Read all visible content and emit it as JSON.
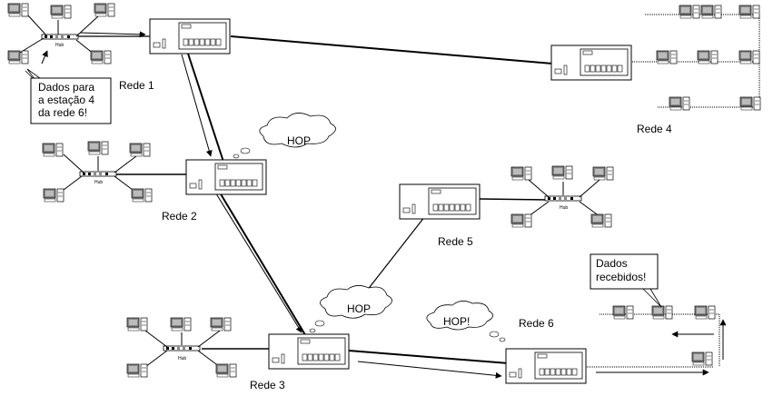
{
  "networks": [
    {
      "id": "rede1",
      "label": "Rede 1"
    },
    {
      "id": "rede2",
      "label": "Rede 2"
    },
    {
      "id": "rede3",
      "label": "Rede 3"
    },
    {
      "id": "rede4",
      "label": "Rede 4"
    },
    {
      "id": "rede5",
      "label": "Rede 5"
    },
    {
      "id": "rede6",
      "label": "Rede 6"
    }
  ],
  "hub_label": "Hub",
  "callouts": {
    "source": {
      "line1": "Dados para",
      "line2": "a estação 4",
      "line3": "da rede 6!"
    },
    "destination": {
      "line1": "Dados",
      "line2": "recebidos!"
    }
  },
  "hops": {
    "hop1": "HOP",
    "hop2": "HOP",
    "hop3": "HOP!"
  },
  "colors": {
    "line": "#000000",
    "device_fill": "#ffffff",
    "screen": "#9a9a9a"
  }
}
